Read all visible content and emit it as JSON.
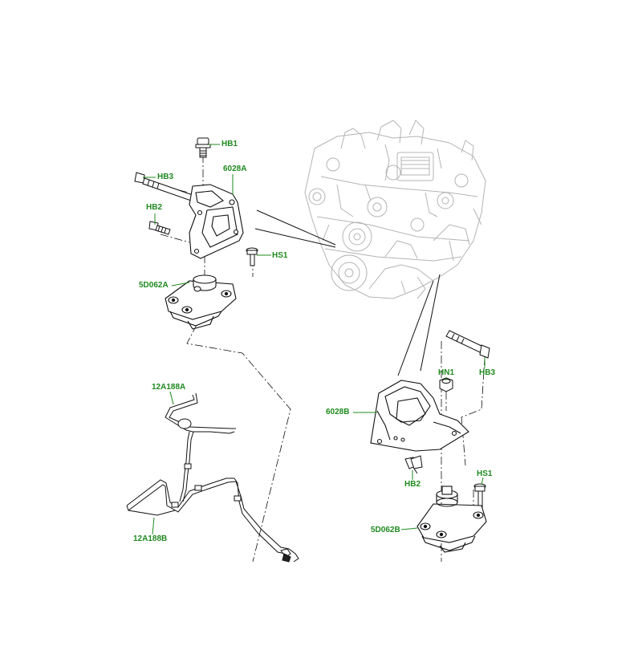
{
  "colors": {
    "label": "#1f8a1f",
    "line": "#111111",
    "engine": "#b4b4b4",
    "background": "#ffffff"
  },
  "labels": {
    "hb1_top": "HB1",
    "hb3_left": "HB3",
    "part_6028a": "6028A",
    "hb2_left": "HB2",
    "hs1_left": "HS1",
    "part_5d062a": "5D062A",
    "part_12a188a": "12A188A",
    "part_12a188b": "12A188B",
    "hn1_right": "HN1",
    "hb3_right": "HB3",
    "part_6028b": "6028B",
    "hb2_right": "HB2",
    "hs1_right": "HS1",
    "part_5d062b": "5D062B"
  }
}
